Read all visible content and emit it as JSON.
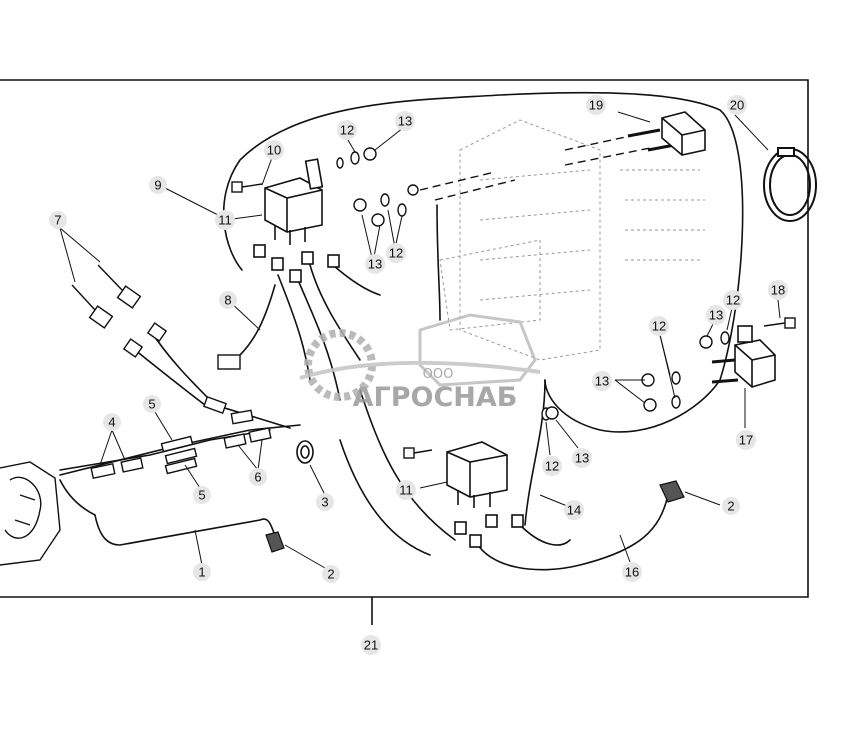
{
  "watermark": {
    "company_prefix": "ООО",
    "company_name": "АГРОСНАБ"
  },
  "callouts": {
    "c1": "1",
    "c2a": "2",
    "c2b": "2",
    "c3": "3",
    "c4": "4",
    "c5a": "5",
    "c5b": "5",
    "c6": "6",
    "c7": "7",
    "c8": "8",
    "c9": "9",
    "c10": "10",
    "c11a": "11",
    "c11b": "11",
    "c12a": "12",
    "c12b": "12",
    "c12c": "12",
    "c12d": "12",
    "c12e": "12",
    "c13a": "13",
    "c13b": "13",
    "c13c": "13",
    "c13d": "13",
    "c13e": "13",
    "c14": "14",
    "c16": "16",
    "c17": "17",
    "c18": "18",
    "c19": "19",
    "c20": "20",
    "c21": "21"
  }
}
